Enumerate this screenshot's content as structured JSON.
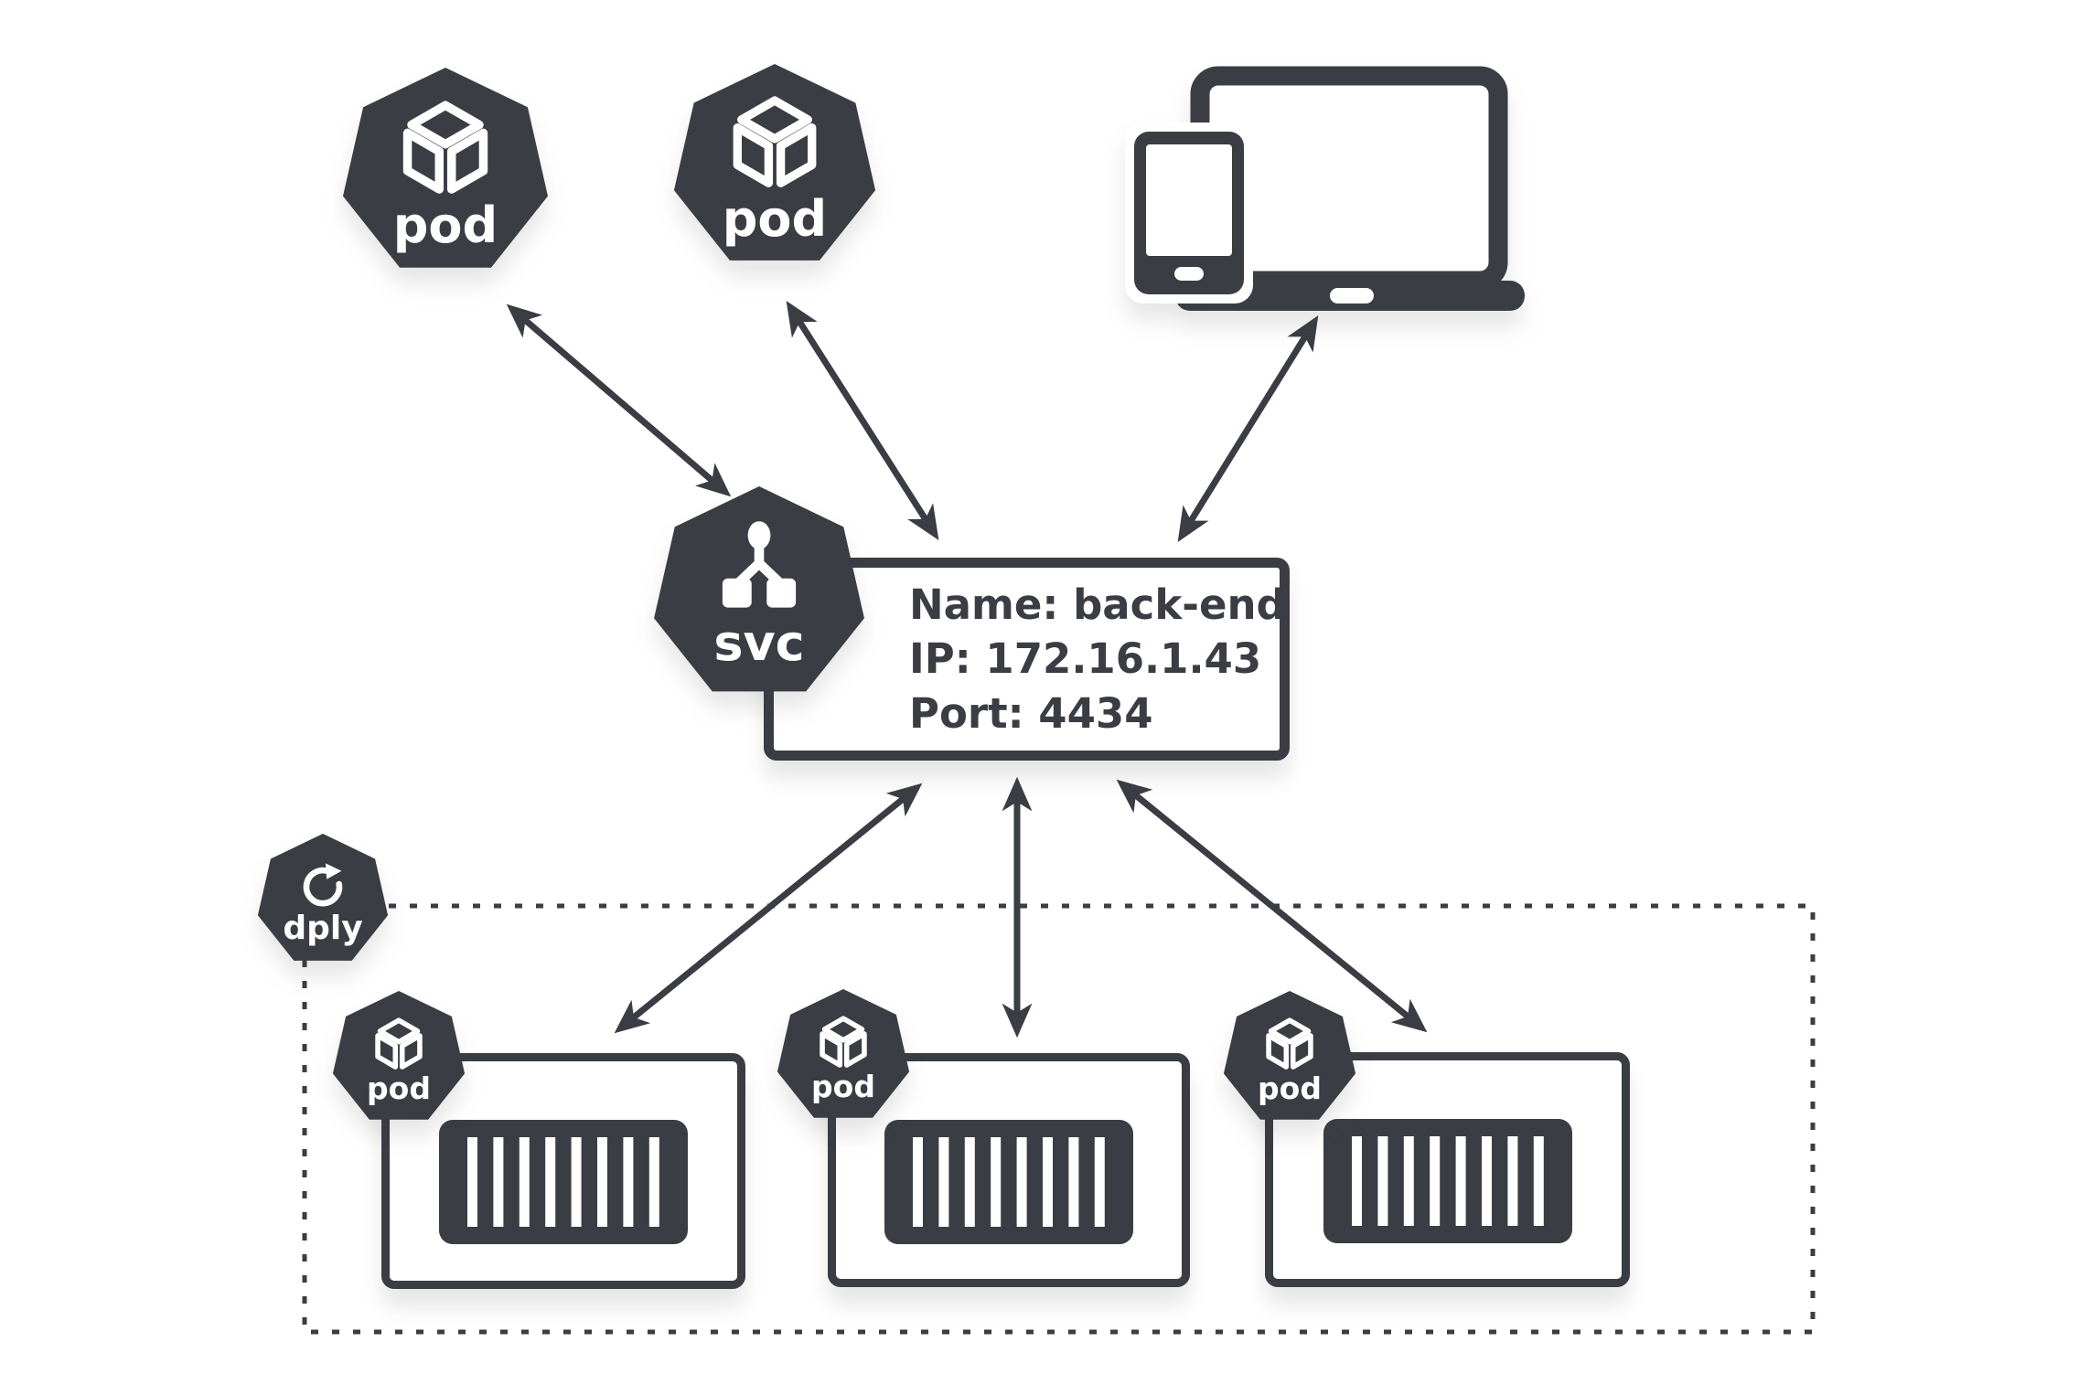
{
  "colors": {
    "dark": "#3a3d44",
    "background": "#ffffff"
  },
  "nodes": {
    "pods_top": [
      {
        "label": "pod",
        "icon": "cube-icon"
      },
      {
        "label": "pod",
        "icon": "cube-icon"
      }
    ],
    "client": {
      "icon": "laptop-tablet-icon"
    },
    "service": {
      "label": "svc",
      "icon": "load-balancer-icon",
      "info_lines": [
        "Name: back-end",
        "IP: 172.16.1.43",
        "Port: 4434"
      ]
    },
    "deployment": {
      "label": "dply",
      "icon": "refresh-icon"
    },
    "pods_bottom": [
      {
        "label": "pod",
        "icon": "cube-icon",
        "content_icon": "container-stripes-icon"
      },
      {
        "label": "pod",
        "icon": "cube-icon",
        "content_icon": "container-stripes-icon"
      },
      {
        "label": "pod",
        "icon": "cube-icon",
        "content_icon": "container-stripes-icon"
      }
    ],
    "edges": "double-headed-arrows"
  }
}
